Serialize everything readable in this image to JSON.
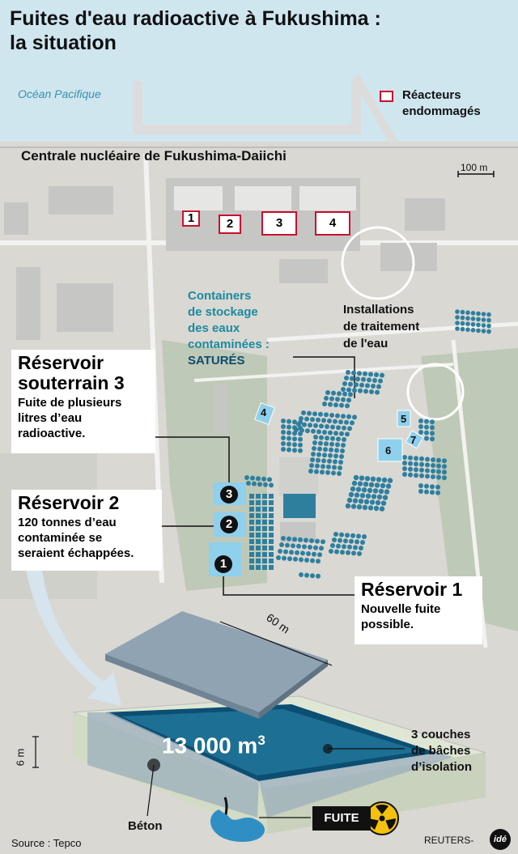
{
  "title_line1": "Fuites d'eau radioactive à Fukushima :",
  "title_line2": "la situation",
  "ocean_label": "Océan Pacifique",
  "legend": {
    "line1": "Réacteurs",
    "line2": "endommagés"
  },
  "plant_label": "Centrale nucléaire de Fukushima-Daiichi",
  "scale_label": "100 m",
  "reactors": [
    "1",
    "2",
    "3",
    "4"
  ],
  "containers_label": {
    "line1": "Containers",
    "line2": "de stockage",
    "line3": "des eaux",
    "line4": "contaminées :",
    "status": "SATURÉS"
  },
  "treatment_label": {
    "line1": "Installations",
    "line2": "de traitement",
    "line3": "de l'eau"
  },
  "tank_numbers": [
    "4",
    "5",
    "6",
    "7"
  ],
  "reservoir3": {
    "title1": "Réservoir",
    "title2": "souterrain 3",
    "desc1": "Fuite de plusieurs",
    "desc2": "litres d’eau",
    "desc3": "radioactive.",
    "badge": "3"
  },
  "reservoir2": {
    "title": "Réservoir 2",
    "desc1": "120 tonnes d’eau",
    "desc2": "contaminée se",
    "desc3": "seraient échappées.",
    "badge": "2"
  },
  "reservoir1": {
    "title": "Réservoir 1",
    "desc1": "Nouvelle fuite",
    "desc2": "possible.",
    "badge": "1"
  },
  "diagram": {
    "length_label": "60 m",
    "depth_label": "6 m",
    "volume": "13 000 m",
    "volume_exp": "3",
    "layers_label": {
      "line1": "3 couches",
      "line2": "de bâches",
      "line3": "d’isolation"
    },
    "concrete_label": "Béton",
    "leak_label": "FUITE"
  },
  "source": "Source : Tepco",
  "credit": "REUTERS-",
  "credit_logo": "idé",
  "colors": {
    "reactor_border": "#c8102e",
    "water_tank": "#2e7f9e",
    "tank_highlight": "#8fd0ec",
    "containers_text": "#1b8aa0",
    "ocean": "#cfe6ef"
  }
}
